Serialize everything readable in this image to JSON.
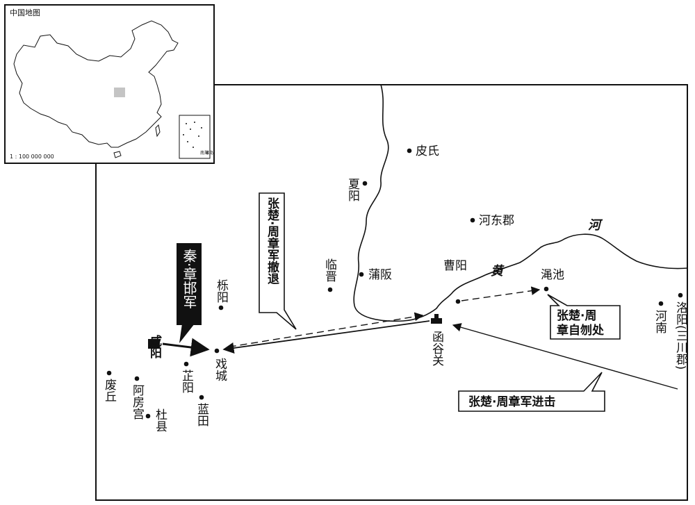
{
  "inset": {
    "title": "中国地图",
    "scale": "1 : 100 000 000",
    "islands_label": [
      "南海",
      "诸岛"
    ]
  },
  "rivers": {
    "huang": "黄",
    "he": "河"
  },
  "places": {
    "xianyang": "咸阳",
    "yueyang": "栎阳",
    "xicheng": "戏城",
    "zhiyang": "芷阳",
    "lantian": "蓝田",
    "dujian": "杜县",
    "afanggong": "阿房宫",
    "feiqiu": "废丘",
    "linjin": "临晋",
    "xiayang": "夏阳",
    "pishi": "皮氏",
    "hedongjun": "河东郡",
    "puban": "蒲阪",
    "caoyang": "曹阳",
    "hanguguan": "函谷关",
    "mianchi": "渑池",
    "henan": "河南",
    "luoyang": "洛阳(三川郡)"
  },
  "callouts": {
    "qin_army": "秦·章邯军",
    "retreat": "张楚·周章军撤退",
    "suicide": [
      "张楚·周",
      "章自刎处"
    ],
    "advance": "张楚·周章军进击"
  }
}
